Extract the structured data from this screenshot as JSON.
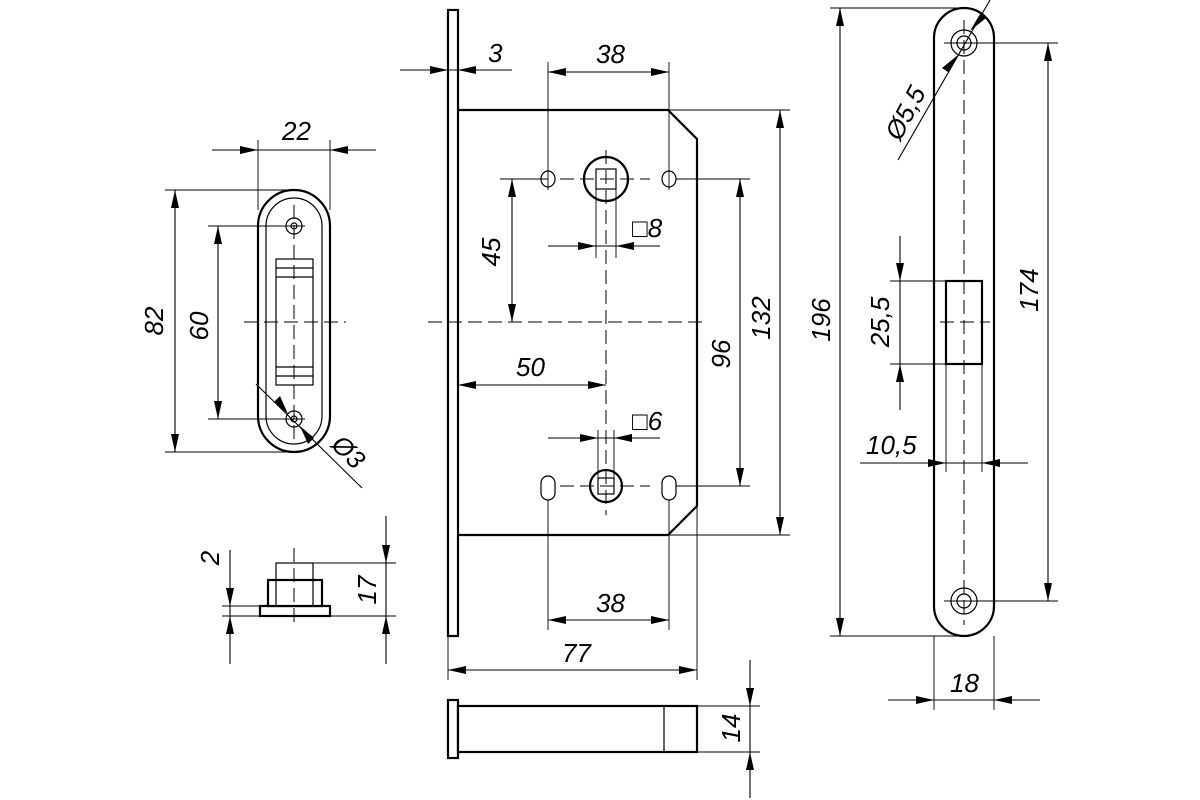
{
  "colors": {
    "line": "#000000",
    "background": "#ffffff"
  },
  "strike_plate": {
    "dim_width": "22",
    "dim_total_height": "82",
    "dim_hole_spacing": "60",
    "dim_hole_diameter": "Ø3"
  },
  "strike_side": {
    "dim_depth_small": "2",
    "dim_height": "17"
  },
  "lock_body": {
    "dim_faceplate_thickness": "3",
    "dim_hole_spacing_top": "38",
    "dim_square_top": "□8",
    "dim_backset_upper": "45",
    "dim_backset_lower": "50",
    "dim_square_bottom": "□6",
    "dim_hole_spacing_bottom": "38",
    "dim_body_width": "77",
    "dim_centers_spacing": "96",
    "dim_body_height": "132",
    "dim_bottom_thickness": "14"
  },
  "faceplate": {
    "dim_total_height": "196",
    "dim_hole_diameter": "Ø5,5",
    "dim_hole_spacing": "174",
    "dim_latch_height": "25,5",
    "dim_latch_offset": "10,5",
    "dim_width": "18"
  }
}
